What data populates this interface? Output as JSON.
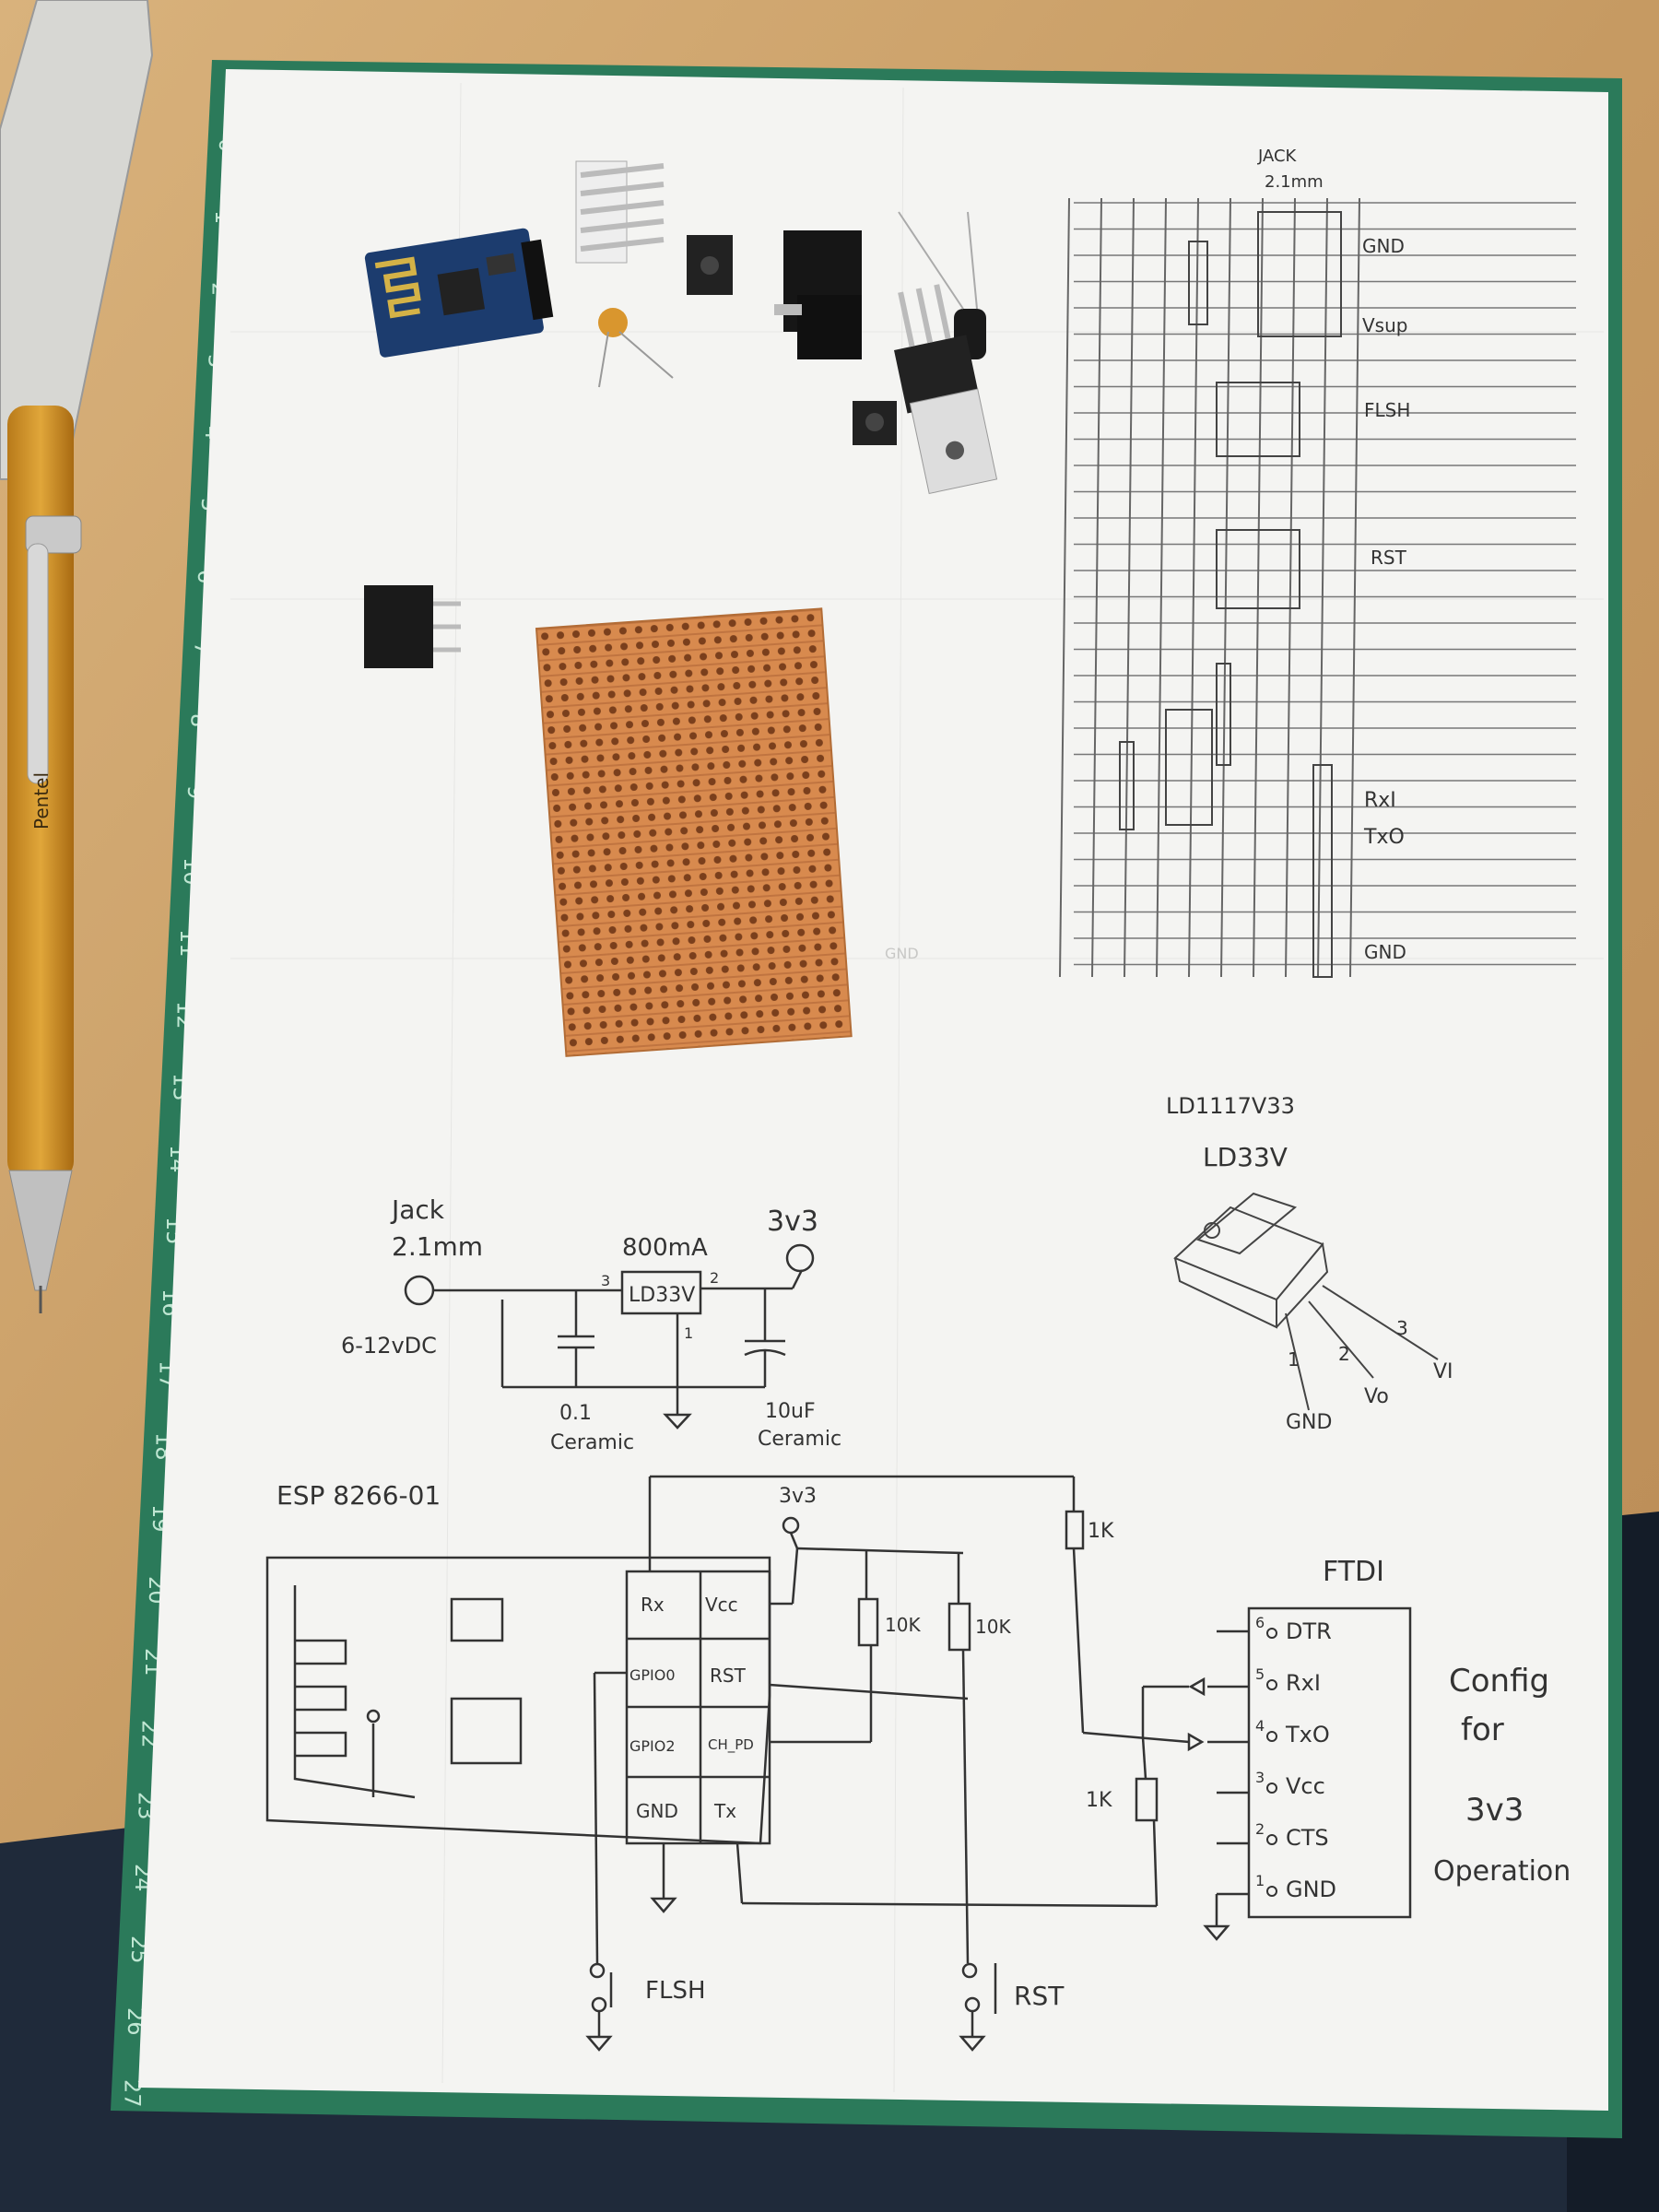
{
  "jack_block": {
    "title_lines": [
      "JACK",
      "2.1mm"
    ],
    "labels": [
      "GND",
      "Vsup",
      "FLSH",
      "RST",
      "RxI",
      "TxO",
      "GND"
    ]
  },
  "watermark_gnd": "GND",
  "regulator_sketch": {
    "part_lines": [
      "LD1117V33",
      "LD33V"
    ],
    "pin_numbers": [
      "1",
      "2",
      "3"
    ],
    "pin_labels": [
      "GND",
      "Vo",
      "VI"
    ]
  },
  "power_schematic": {
    "jack_lines": [
      "Jack",
      "2.1mm"
    ],
    "input_label": "6-12vDC",
    "current_label": "800mA",
    "regulator_label": "LD33V",
    "output_label": "3v3",
    "pins": [
      "3",
      "2",
      "1"
    ],
    "cap_left_lines": [
      "0.1",
      "Ceramic"
    ],
    "cap_right_lines": [
      "10uF",
      "Ceramic"
    ]
  },
  "esp_schematic": {
    "module_label": "ESP 8266-01",
    "supply_label": "3v3",
    "pins": [
      "Rx",
      "Vcc",
      "GPIO0",
      "RST",
      "GPIO2",
      "CH_PD",
      "GND",
      "Tx"
    ],
    "resistor_labels": [
      "10K",
      "10K",
      "1K",
      "1K"
    ],
    "ftdi_title": "FTDI",
    "ftdi_pins": [
      {
        "num": "6",
        "label": "DTR"
      },
      {
        "num": "5",
        "label": "RxI"
      },
      {
        "num": "4",
        "label": "TxO"
      },
      {
        "num": "3",
        "label": "Vcc"
      },
      {
        "num": "2",
        "label": "CTS"
      },
      {
        "num": "1",
        "label": "GND"
      }
    ],
    "switch_labels": [
      "FLSH",
      "RST"
    ],
    "note_lines": [
      "Config",
      "for",
      "3v3",
      "Operation"
    ]
  },
  "ruler_numbers": [
    "0",
    "1",
    "2",
    "3",
    "4",
    "5",
    "6",
    "7",
    "8",
    "9",
    "10",
    "11",
    "12",
    "13",
    "14",
    "15",
    "16",
    "17",
    "18",
    "19",
    "20",
    "21",
    "22",
    "23",
    "24",
    "25",
    "26",
    "27"
  ],
  "pencil_brand": "Pentel"
}
